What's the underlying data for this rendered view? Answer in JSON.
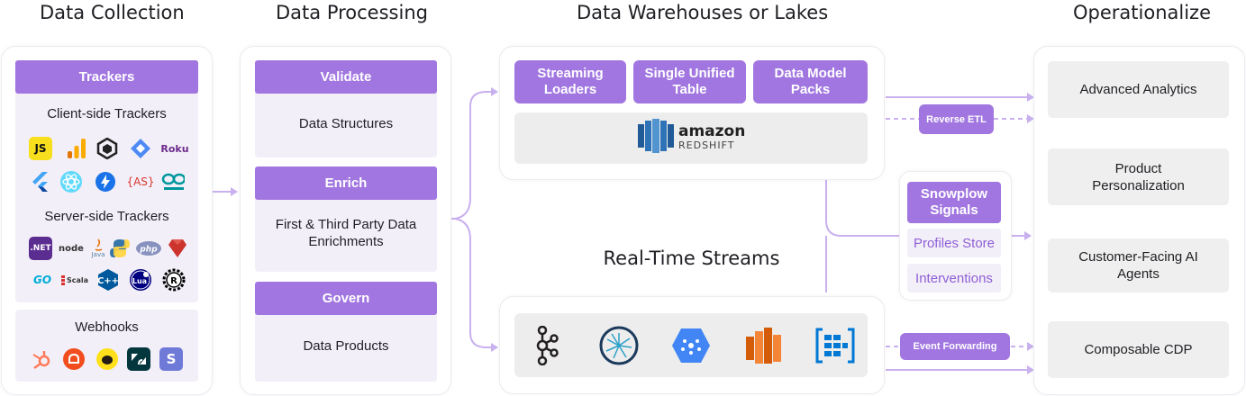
{
  "columns": {
    "collection": "Data Collection",
    "processing": "Data Processing",
    "warehouses": "Data Warehouses or Lakes",
    "operationalize": "Operationalize"
  },
  "collection": {
    "trackers_header": "Trackers",
    "client_side": "Client-side Trackers",
    "client_icons": [
      "js-icon",
      "analytics-icon",
      "unity-icon",
      "flutter-diamond-icon",
      "roku-icon",
      "flutter-icon",
      "react-icon",
      "lightning-icon",
      "actionscript-icon",
      "arduino-icon"
    ],
    "client_icon_text": {
      "js": "JS",
      "roku": "Roku",
      "as": "{AS}"
    },
    "server_side": "Server-side Trackers",
    "server_icon_text": {
      "net": ".NET",
      "node": "node",
      "java": "Java",
      "php": "php",
      "go": "GO",
      "scala": "Scala",
      "cpp": "C++",
      "lua": "Lua",
      "rust": "R"
    },
    "webhooks": "Webhooks"
  },
  "processing": {
    "validate": "Validate",
    "validate_text": "Data Structures",
    "enrich": "Enrich",
    "enrich_text": "First & Third Party Data Enrichments",
    "govern": "Govern",
    "govern_text": "Data Products"
  },
  "warehouse": {
    "loaders": "Streaming Loaders",
    "unified": "Single Unified Table",
    "packs": "Data Model Packs",
    "amazon": "amazon",
    "redshift": "REDSHIFT"
  },
  "streams": {
    "title": "Real-Time Streams",
    "icons": [
      "kafka-icon",
      "kinesis-firehose-icon",
      "gcp-pubsub-icon",
      "aws-kinesis-icon",
      "azure-event-hubs-icon"
    ]
  },
  "connectors": {
    "reverse_etl": "Reverse ETL",
    "event_forwarding": "Event Forwarding"
  },
  "signals": {
    "title": "Snowplow Signals",
    "profiles": "Profiles Store",
    "interventions": "Interventions"
  },
  "operationalize": {
    "items": [
      "Advanced Analytics",
      "Product Personalization",
      "Customer-Facing AI Agents",
      "Composable CDP"
    ]
  },
  "colors": {
    "accent": "#a176e0",
    "lavender": "#f3eff8",
    "grey": "#efefef"
  }
}
